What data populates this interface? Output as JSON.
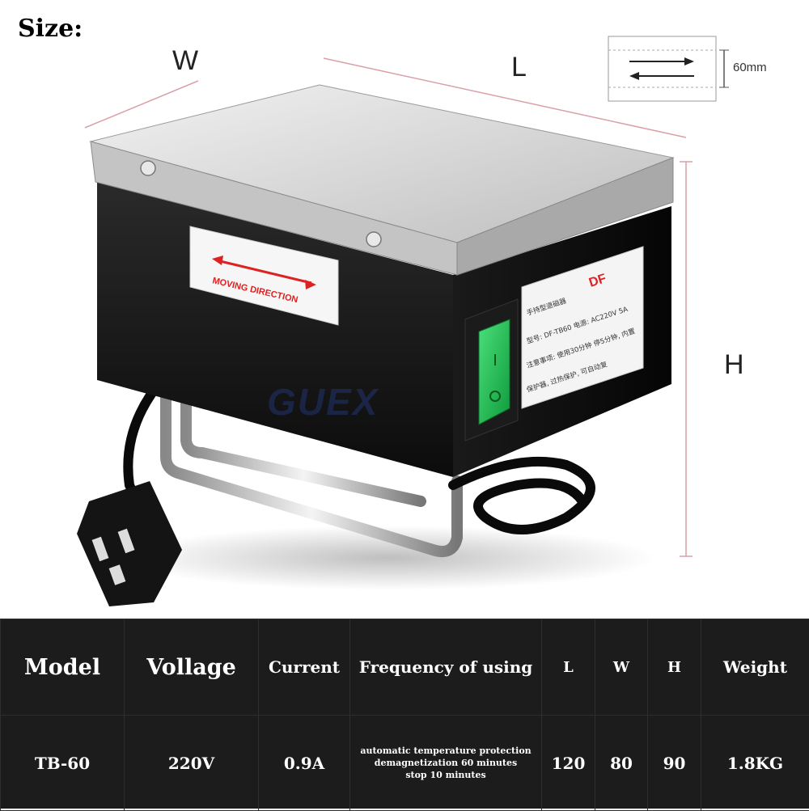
{
  "size_label": "Size:",
  "dimensions": {
    "w": "W",
    "l": "L",
    "h": "H",
    "inset_height": "60mm"
  },
  "device": {
    "sticker_moving_direction": "MOVING DIRECTION",
    "brand_tag": "DF",
    "label_lines": [
      "手持型退磁器",
      "型号: DF-TB60  电源: AC220V 5A",
      "注意事项: 使用30分钟 停5分钟, 内置",
      "保护器, 过热保护, 可自动复"
    ],
    "watermark": "GUEX"
  },
  "specs": {
    "headers": [
      "Model",
      "Vollage",
      "Current",
      "Frequency of using",
      "L",
      "W",
      "H",
      "Weight"
    ],
    "values": {
      "model": "TB-60",
      "voltage": "220V",
      "current": "0.9A",
      "frequency_lines": [
        "automatic temperature protection",
        "demagnetization 60 minutes",
        "stop 10 minutes"
      ],
      "l": "120",
      "w": "80",
      "h": "90",
      "weight": "1.8KG"
    }
  }
}
